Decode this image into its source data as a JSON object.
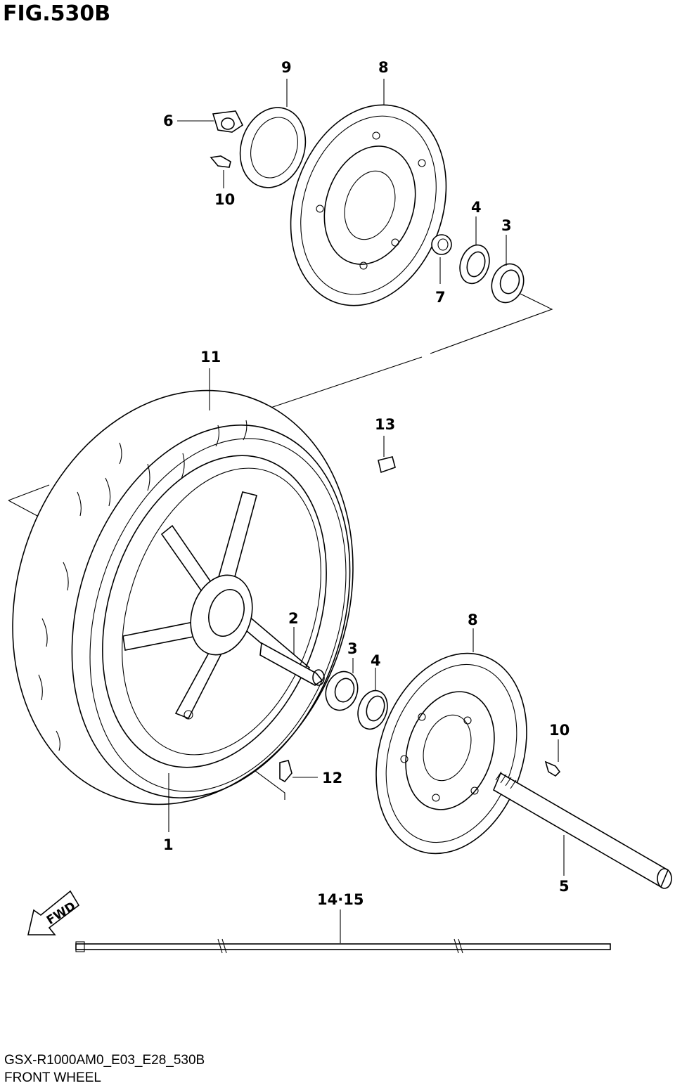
{
  "header": {
    "figure_title": "FIG.530B"
  },
  "footer": {
    "model_code": "GSX-R1000AM0_E03_E28_530B",
    "section_name": "FRONT WHEEL"
  },
  "badge": {
    "fwd_label": "FWD"
  },
  "callouts": {
    "c1": "1",
    "c2": "2",
    "c3a": "3",
    "c3b": "3",
    "c4a": "4",
    "c4b": "4",
    "c5": "5",
    "c6": "6",
    "c7": "7",
    "c8a": "8",
    "c8b": "8",
    "c9": "9",
    "c10a": "10",
    "c10b": "10",
    "c11": "11",
    "c12": "12",
    "c13": "13",
    "c1415": "14·15"
  },
  "parts": [
    {
      "name": "wheel",
      "callout": "1"
    },
    {
      "name": "spacer",
      "callout": "2"
    },
    {
      "name": "bearing",
      "callout": "3"
    },
    {
      "name": "dust-seal",
      "callout": "4"
    },
    {
      "name": "front-axle",
      "callout": "5"
    },
    {
      "name": "axle-nut",
      "callout": "6"
    },
    {
      "name": "collar",
      "callout": "7"
    },
    {
      "name": "brake-disc",
      "callout": "8"
    },
    {
      "name": "sensor-rotor",
      "callout": "9"
    },
    {
      "name": "bolt",
      "callout": "10"
    },
    {
      "name": "tire",
      "callout": "11"
    },
    {
      "name": "valve",
      "callout": "12"
    },
    {
      "name": "balancer",
      "callout": "13"
    },
    {
      "name": "tie-wrap",
      "callout": "14·15"
    }
  ]
}
